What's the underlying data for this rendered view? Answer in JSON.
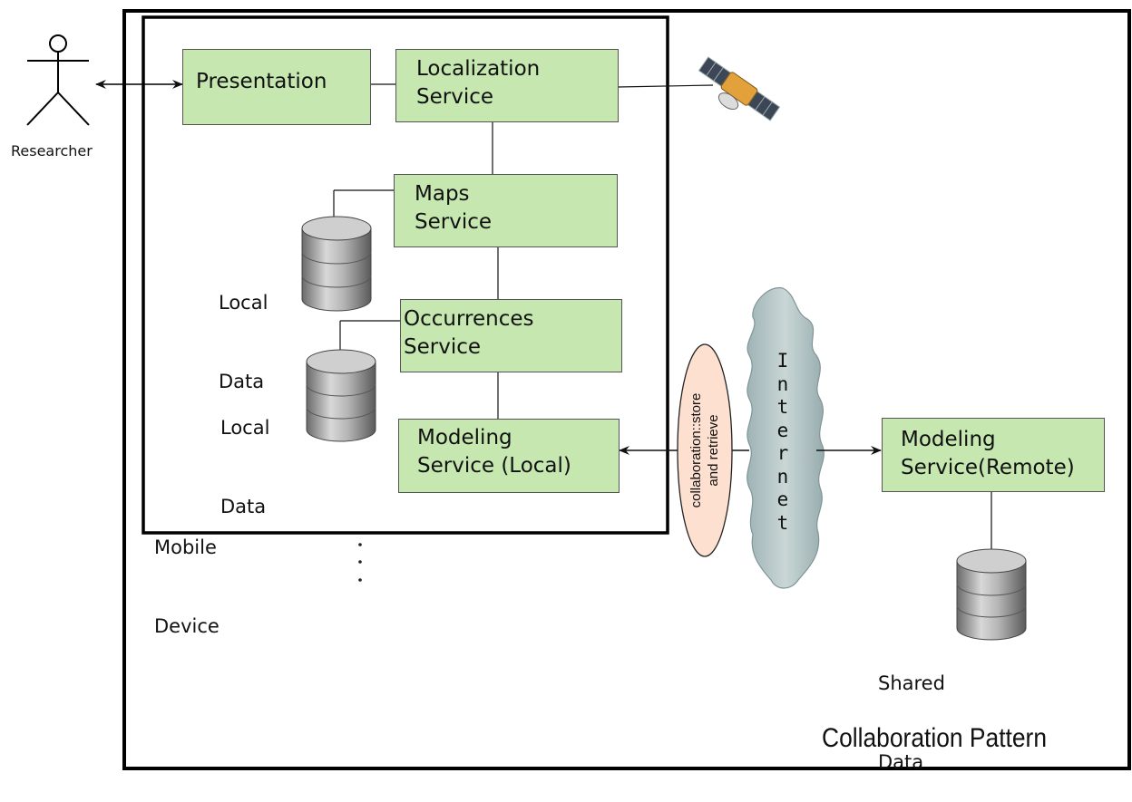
{
  "actor": {
    "label": "Researcher"
  },
  "frame": {
    "title": "Collaboration Pattern"
  },
  "device": {
    "label_line1": "Mobile",
    "label_line2": "Device"
  },
  "components": {
    "presentation": {
      "line1": "Presentation"
    },
    "localization": {
      "line1": "Localization",
      "line2": "Service"
    },
    "maps": {
      "line1": "Maps",
      "line2": "Service"
    },
    "occurrences": {
      "line1": "Occurrences",
      "line2": "Service"
    },
    "modeling_local": {
      "line1": "Modeling",
      "line2": "Service (Local)"
    },
    "modeling_remote": {
      "line1": "Modeling",
      "line2": "Service(Remote)"
    }
  },
  "datastores": {
    "local_1": {
      "line1": "Local",
      "line2": "Data"
    },
    "local_2": {
      "line1": "Local",
      "line2": "Data"
    },
    "shared": {
      "line1": "Shared",
      "line2": "Data"
    }
  },
  "connector": {
    "line1": "collaboration::store",
    "line2": "and retrieve"
  },
  "network": {
    "label": "Internet",
    "letters": [
      "I",
      "n",
      "t",
      "e",
      "r",
      "n",
      "e",
      "t"
    ]
  },
  "colors": {
    "component_fill": "#c6e8b0",
    "connector_fill": "#fde0d0",
    "cloud_fill": "#b8c8c8"
  },
  "icons": {
    "satellite": "satellite-icon",
    "database": "database-icon"
  }
}
